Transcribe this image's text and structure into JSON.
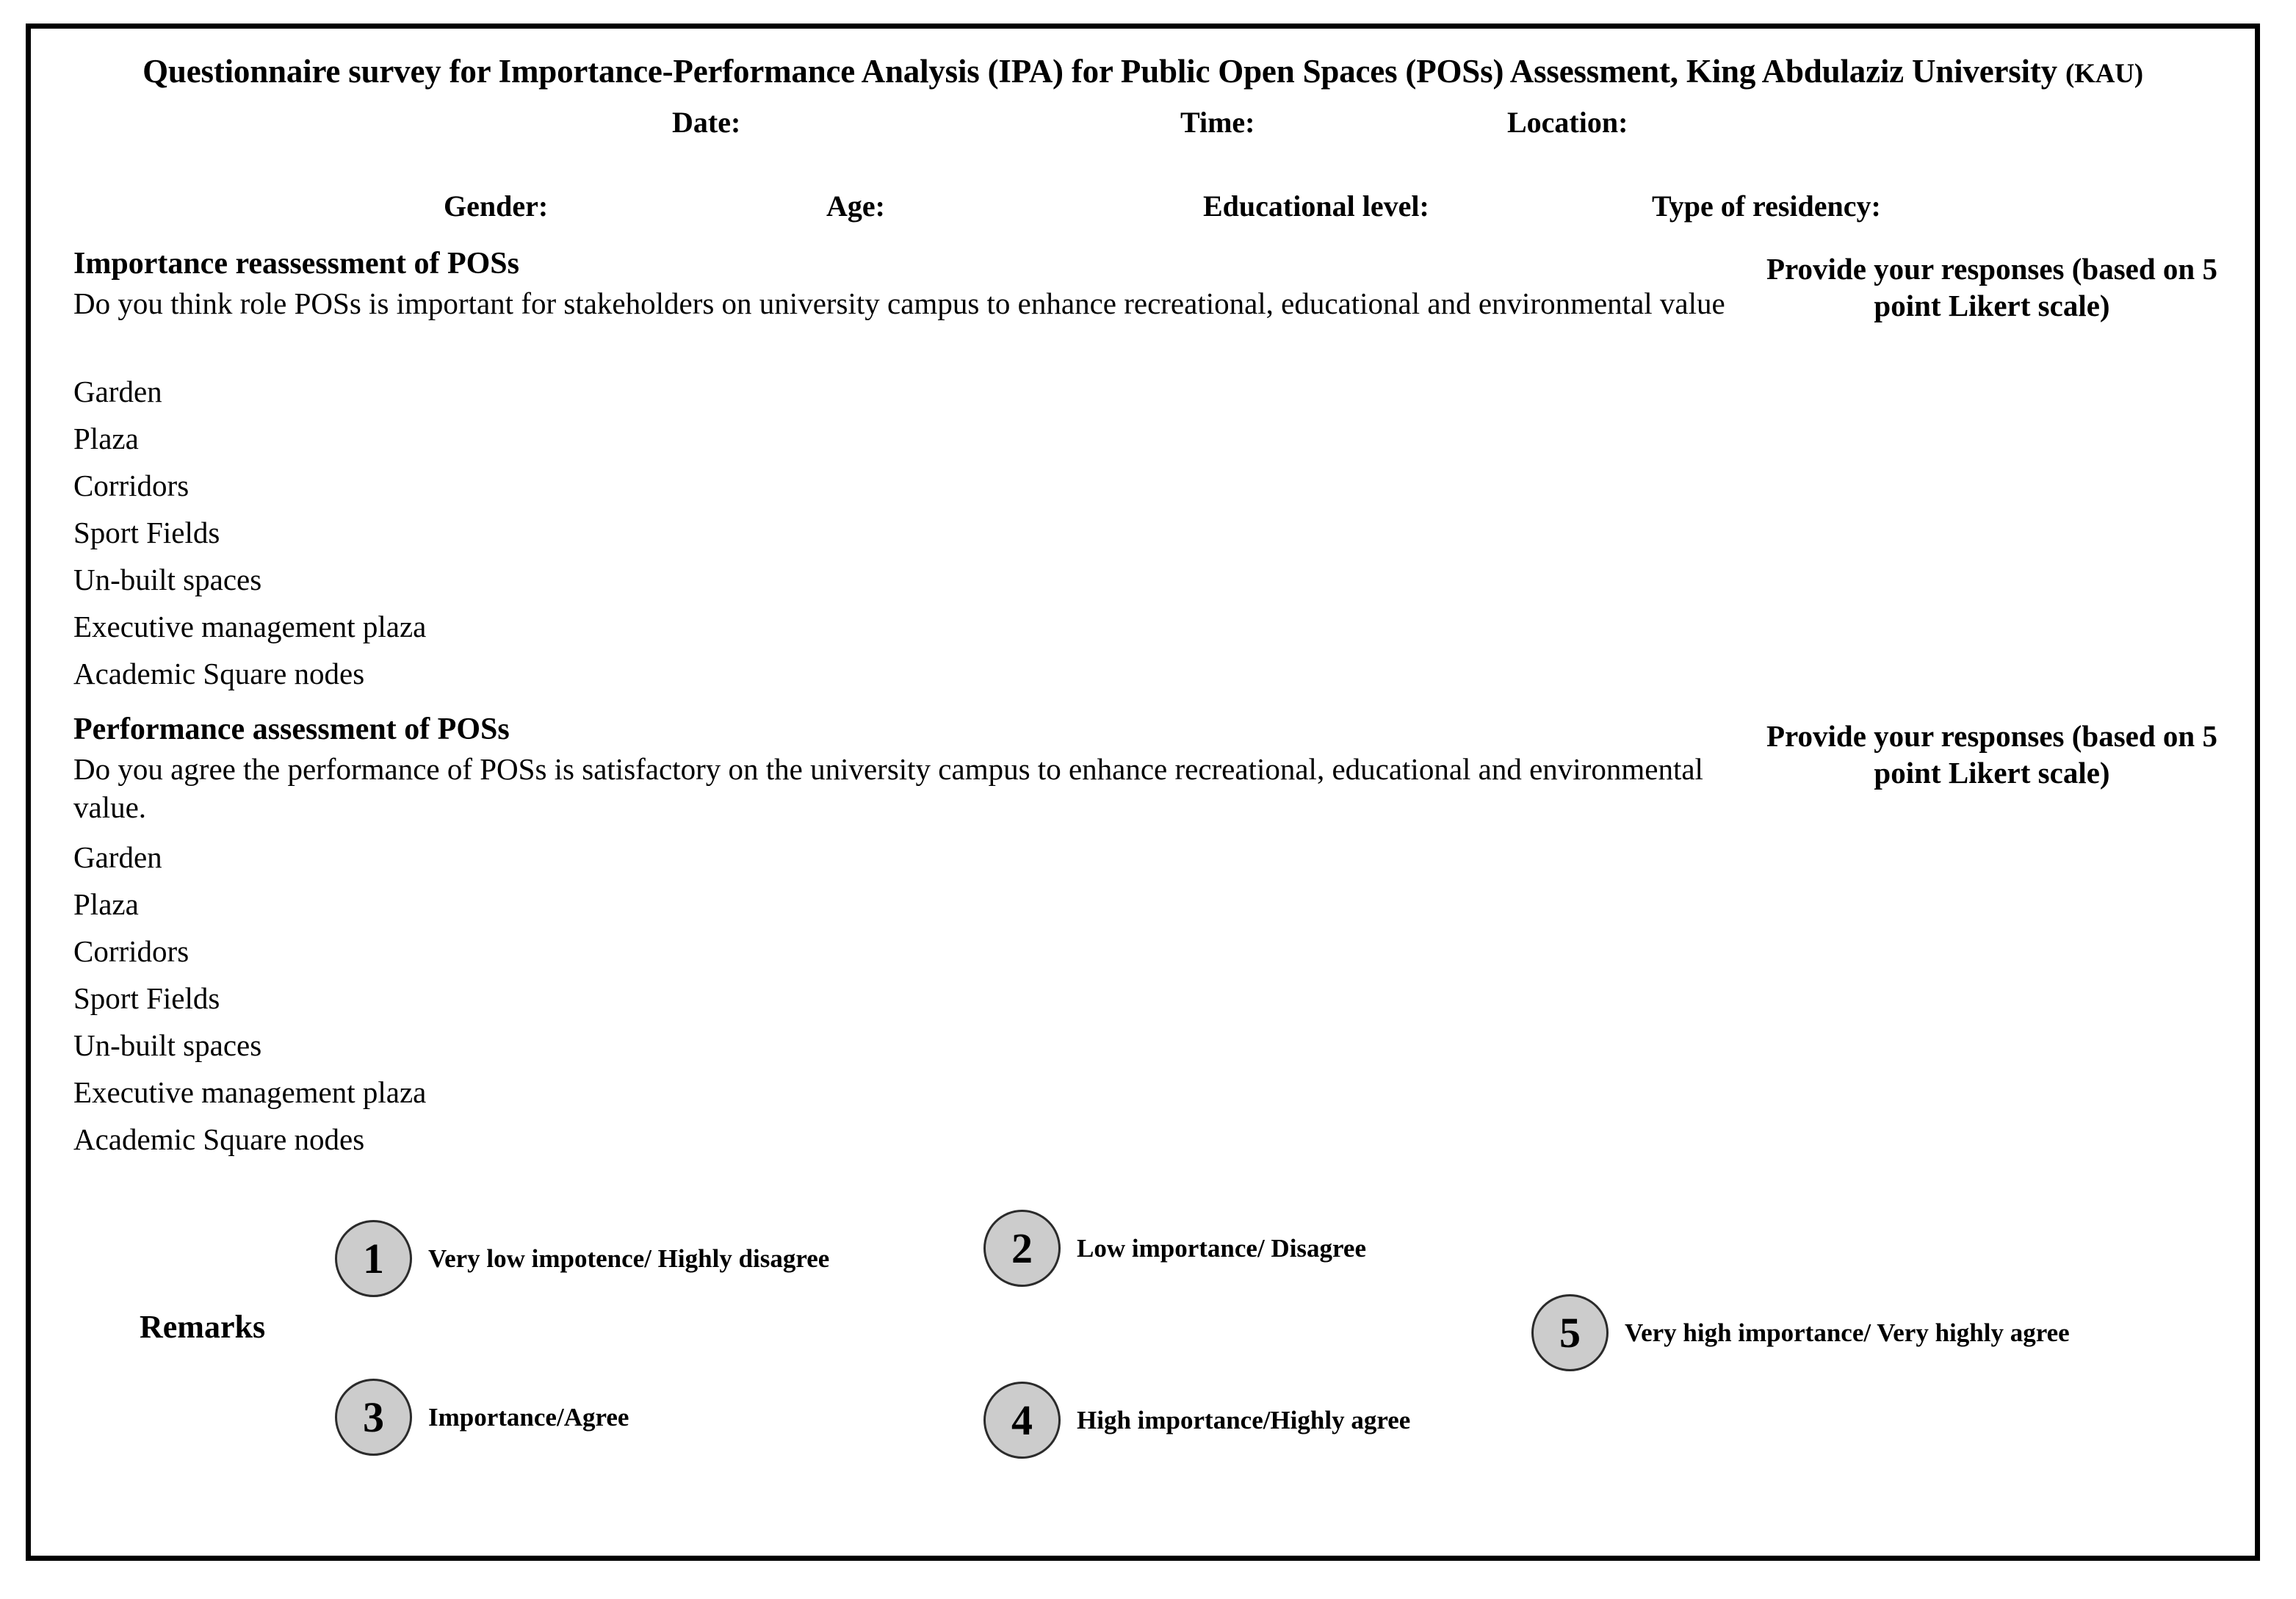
{
  "document": {
    "title_main": "Questionnaire survey for Importance-Performance Analysis (IPA) for Public Open Spaces (POSs) Assessment, King Abdulaziz University ",
    "title_abbrev": "(KAU)"
  },
  "meta": {
    "date_label": "Date:",
    "time_label": "Time:",
    "location_label": "Location:"
  },
  "demographics": {
    "gender_label": "Gender:",
    "age_label": "Age:",
    "education_label": "Educational level:",
    "residency_label": "Type of residency:"
  },
  "sections": [
    {
      "heading": "Importance reassessment of POSs",
      "question": "Do you think role POSs is important for stakeholders on university campus to enhance recreational, educational and environmental value",
      "note": "Provide your responses (based on 5 point Likert scale)",
      "items": [
        "Garden",
        "Plaza",
        "Corridors",
        "Sport Fields",
        "Un-built spaces",
        "Executive management plaza",
        "Academic Square nodes"
      ]
    },
    {
      "heading": "Performance assessment of POSs",
      "question": "Do you agree the  performance of POSs is satisfactory  on the university campus to enhance recreational, educational and environmental value.",
      "note": "Provide your responses (based on 5 point Likert scale)",
      "items": [
        "Garden",
        "Plaza",
        "Corridors",
        "Sport Fields",
        "Un-built spaces",
        "Executive management plaza",
        "Academic Square nodes"
      ]
    }
  ],
  "legend": {
    "remarks_label": "Remarks",
    "scale": [
      {
        "value": "1",
        "label": "Very low impotence/ Highly disagree"
      },
      {
        "value": "2",
        "label": "Low importance/ Disagree"
      },
      {
        "value": "3",
        "label": "Importance/Agree"
      },
      {
        "value": "4",
        "label": "High importance/Highly agree"
      },
      {
        "value": "5",
        "label": "Very high importance/ Very highly agree"
      }
    ]
  },
  "colors": {
    "circle_fill": "#cccccc",
    "circle_border": "#2b2b2b",
    "frame": "#000000",
    "text": "#000000"
  }
}
